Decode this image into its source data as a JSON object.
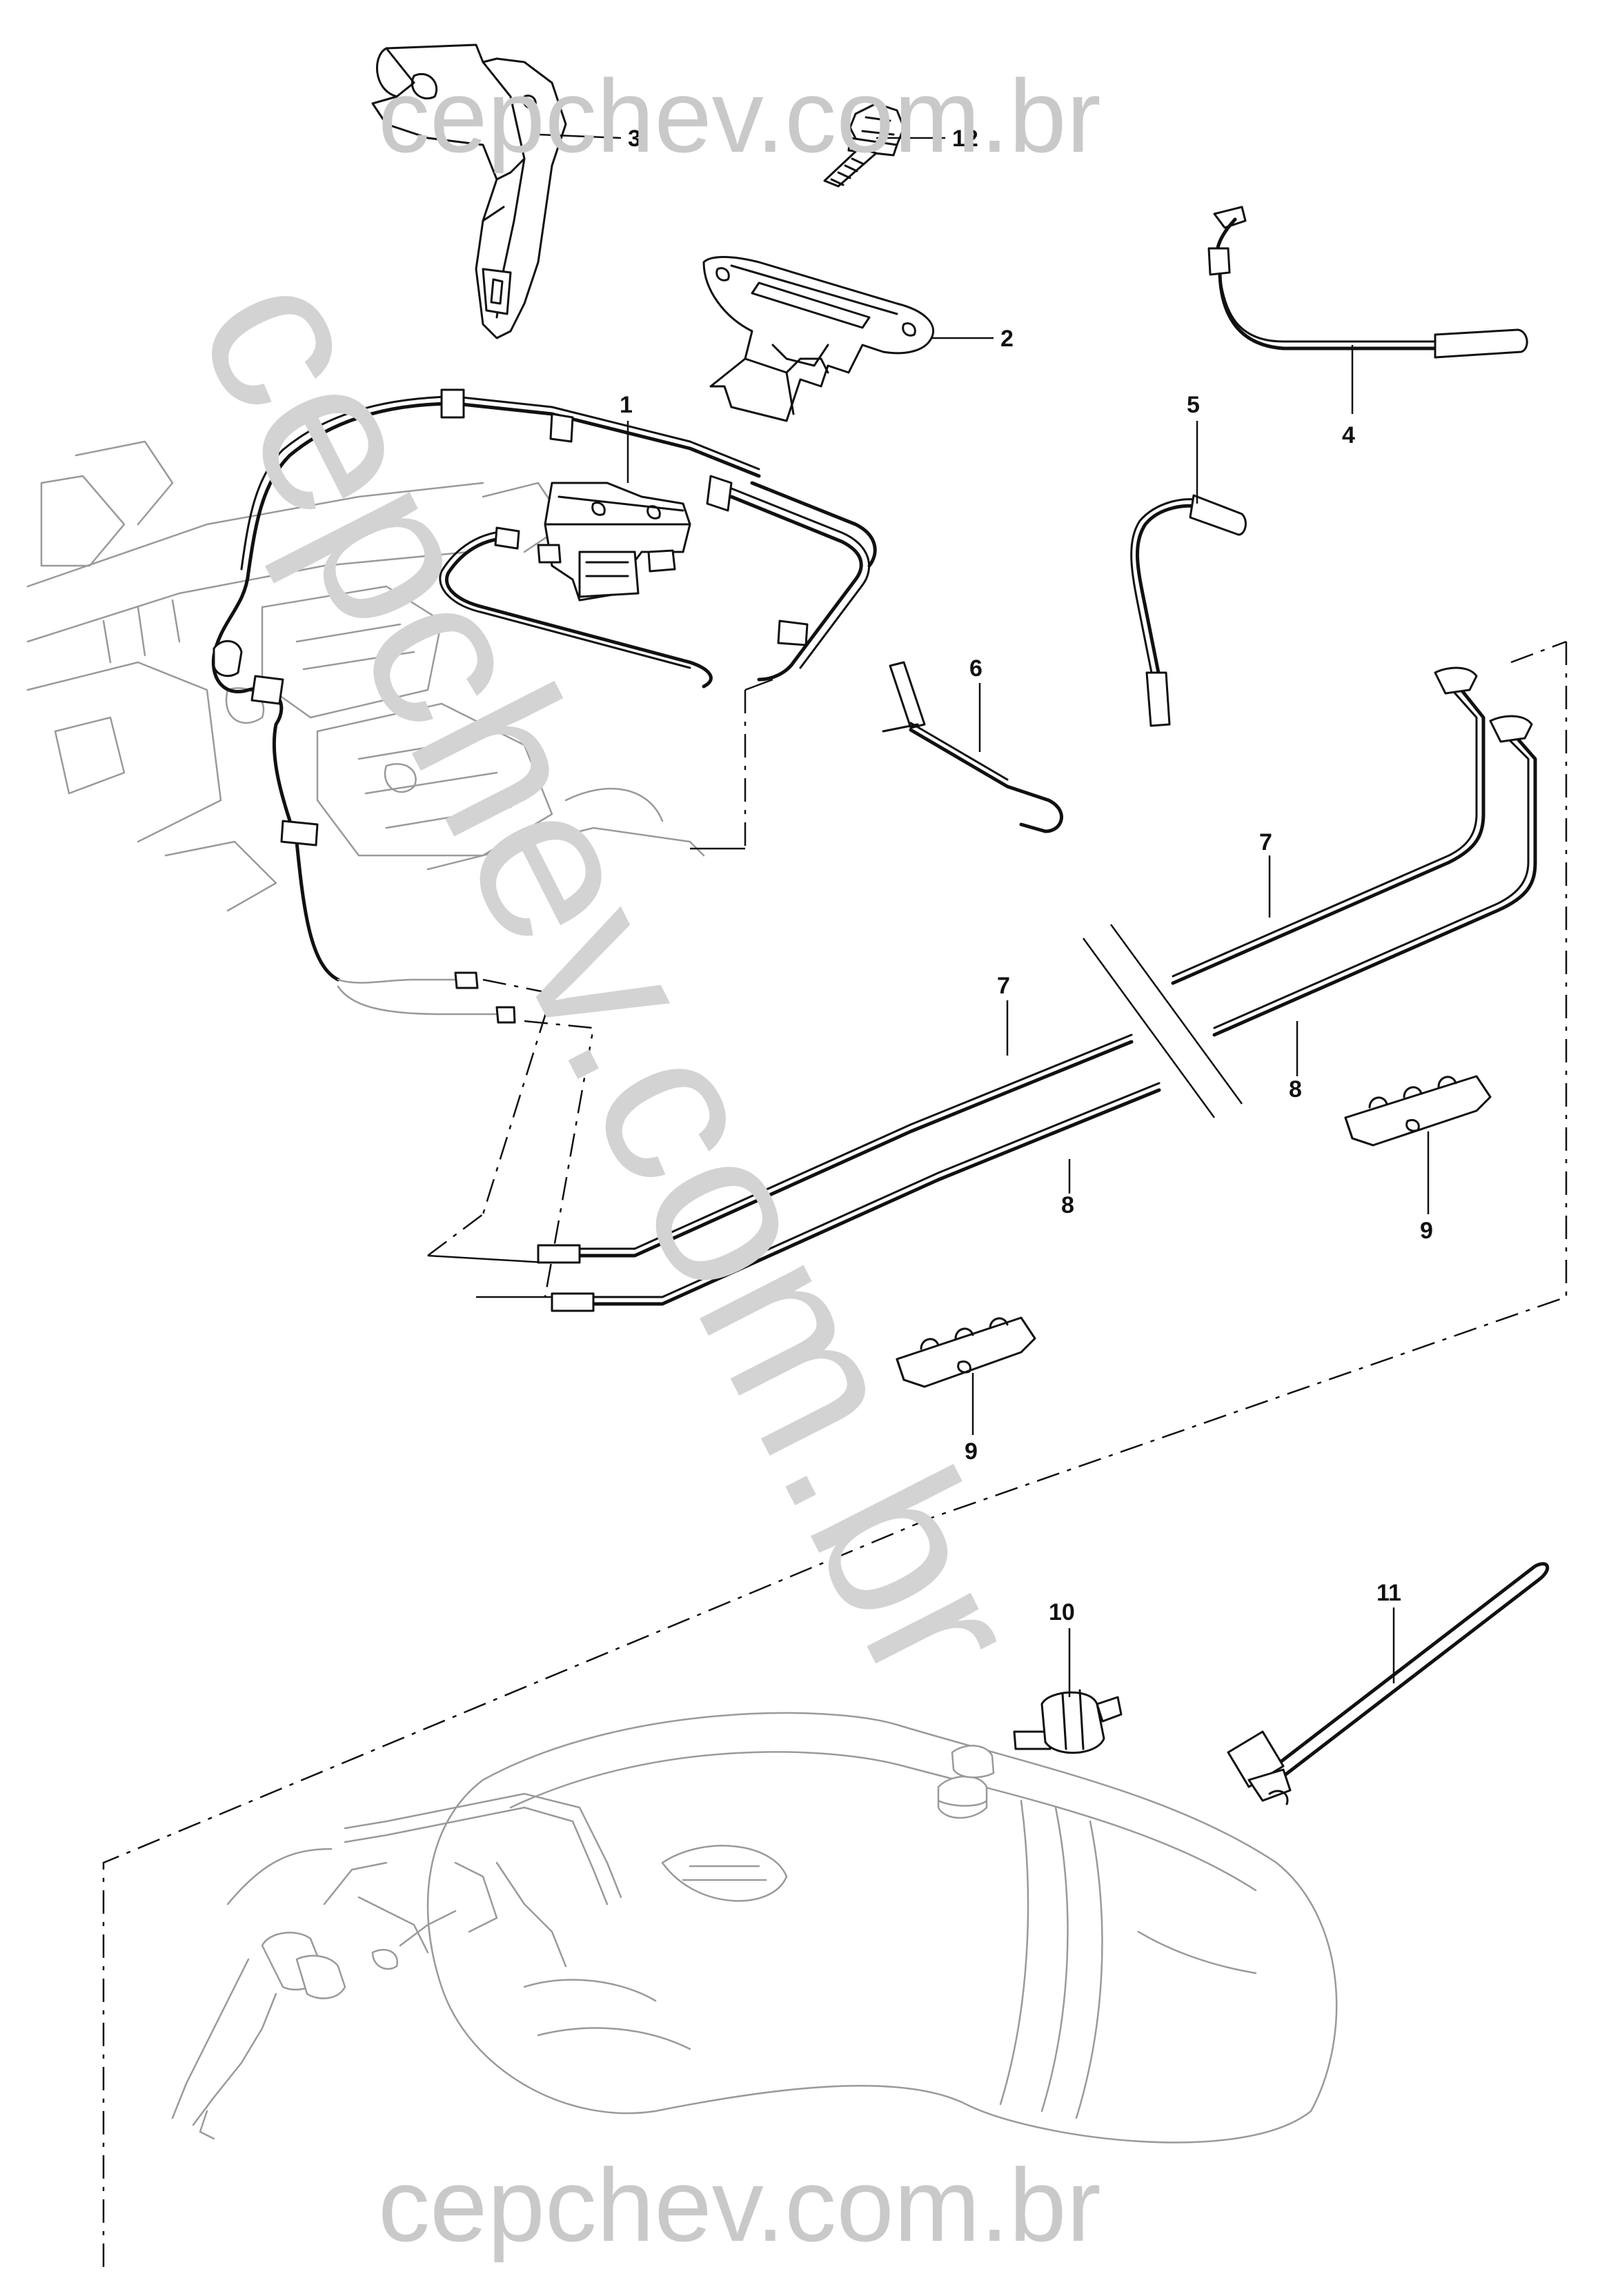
{
  "watermark": {
    "top": "cepchev.com.br",
    "bottom": "cepchev.com.br",
    "diagonal": "cepchev.com.br"
  },
  "callouts": {
    "p1": "1",
    "p2": "2",
    "p3": "3",
    "p4": "4",
    "p5": "5",
    "p6": "6",
    "p7a": "7",
    "p7b": "7",
    "p8a": "8",
    "p8b": "8",
    "p9a": "9",
    "p9b": "9",
    "p10": "10",
    "p11": "11",
    "p12": "12"
  }
}
